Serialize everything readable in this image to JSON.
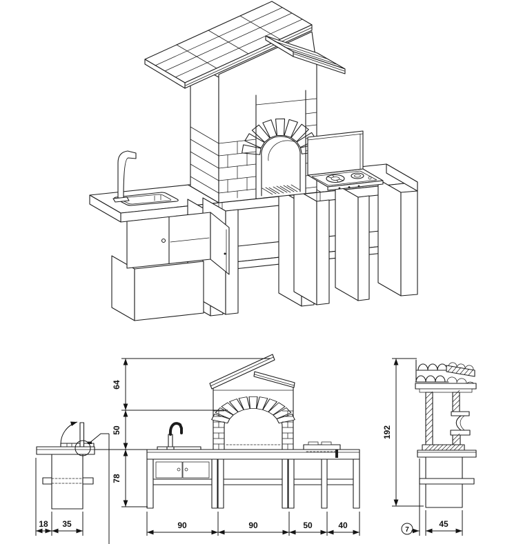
{
  "side_view": {
    "dim_18": "18",
    "dim_35": "35"
  },
  "front_view": {
    "dim_64": "64",
    "dim_50": "50",
    "dim_78": "78",
    "dim_90_left": "90",
    "dim_90_right": "90",
    "dim_50_width": "50",
    "dim_40": "40"
  },
  "section_view": {
    "dim_192": "192",
    "dim_7_balloon": "7",
    "dim_45": "45"
  }
}
